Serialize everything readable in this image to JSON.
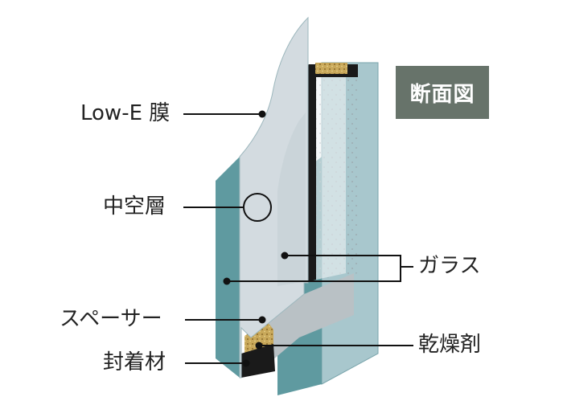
{
  "badge": {
    "text": "断面図",
    "bg": "#67736a"
  },
  "labels": {
    "lowe": "Low-E 膜",
    "air": "中空層",
    "glass": "ガラス",
    "spacer": "スペーサー",
    "desiccant": "乾燥剤",
    "sealant": "封着材"
  },
  "colors": {
    "glass_edge": "#5f9aa0",
    "glass_face": "#d3dbe0",
    "glass_back": "#a8c7cd",
    "spacer": "#1a1a1a",
    "desiccant": "#c8a85a"
  }
}
